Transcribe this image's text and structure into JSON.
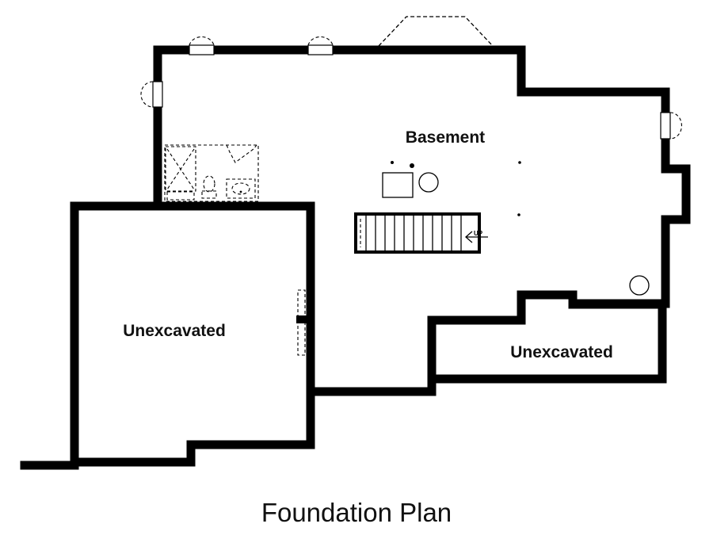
{
  "title": "Foundation Plan",
  "rooms": {
    "basement": "Basement",
    "unexcavated_left": "Unexcavated",
    "unexcavated_right": "Unexcavated"
  },
  "stair": {
    "direction": "UP"
  }
}
